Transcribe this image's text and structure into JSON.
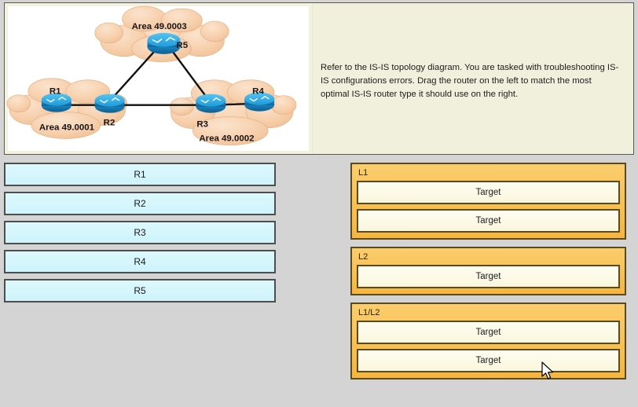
{
  "diagram": {
    "title": "IS-IS topology diagram",
    "areas": [
      {
        "id": "area-49-0003",
        "label": "Area 49.0003"
      },
      {
        "id": "area-49-0001",
        "label": "Area 49.0001"
      },
      {
        "id": "area-49-0002",
        "label": "Area 49.0002"
      }
    ],
    "routers": [
      {
        "id": "R5",
        "label": "R5",
        "area": "Area 49.0003"
      },
      {
        "id": "R1",
        "label": "R1",
        "area": "Area 49.0001"
      },
      {
        "id": "R2",
        "label": "R2",
        "area": "Area 49.0001"
      },
      {
        "id": "R3",
        "label": "R3",
        "area": "Area 49.0002"
      },
      {
        "id": "R4",
        "label": "R4",
        "area": "Area 49.0002"
      }
    ],
    "links": [
      {
        "from": "R1",
        "to": "R2"
      },
      {
        "from": "R2",
        "to": "R5"
      },
      {
        "from": "R2",
        "to": "R3"
      },
      {
        "from": "R5",
        "to": "R3"
      },
      {
        "from": "R3",
        "to": "R4"
      }
    ]
  },
  "question": {
    "text": "Refer to the IS-IS topology diagram. You are tasked with troubleshooting IS-IS configurations errors. Drag the router on the left to match the most optimal IS-IS router type it should use on the right."
  },
  "drag_items": [
    {
      "label": "R1"
    },
    {
      "label": "R2"
    },
    {
      "label": "R3"
    },
    {
      "label": "R4"
    },
    {
      "label": "R5"
    }
  ],
  "target_groups": [
    {
      "label": "L1",
      "targets": [
        {
          "label": "Target"
        },
        {
          "label": "Target"
        }
      ]
    },
    {
      "label": "L2",
      "targets": [
        {
          "label": "Target"
        }
      ]
    },
    {
      "label": "L1/L2",
      "targets": [
        {
          "label": "Target"
        },
        {
          "label": "Target"
        }
      ]
    }
  ],
  "colors": {
    "page_background": "#d4d4d4",
    "drag_item_fill": "#d5f6fc",
    "target_group_fill": "#f8bd52",
    "target_box_fill": "#fcfae4",
    "question_pane_fill": "#f0f0dc",
    "cloud_fill": "#f6cfa8",
    "router_fill": "#1b8fd4"
  }
}
